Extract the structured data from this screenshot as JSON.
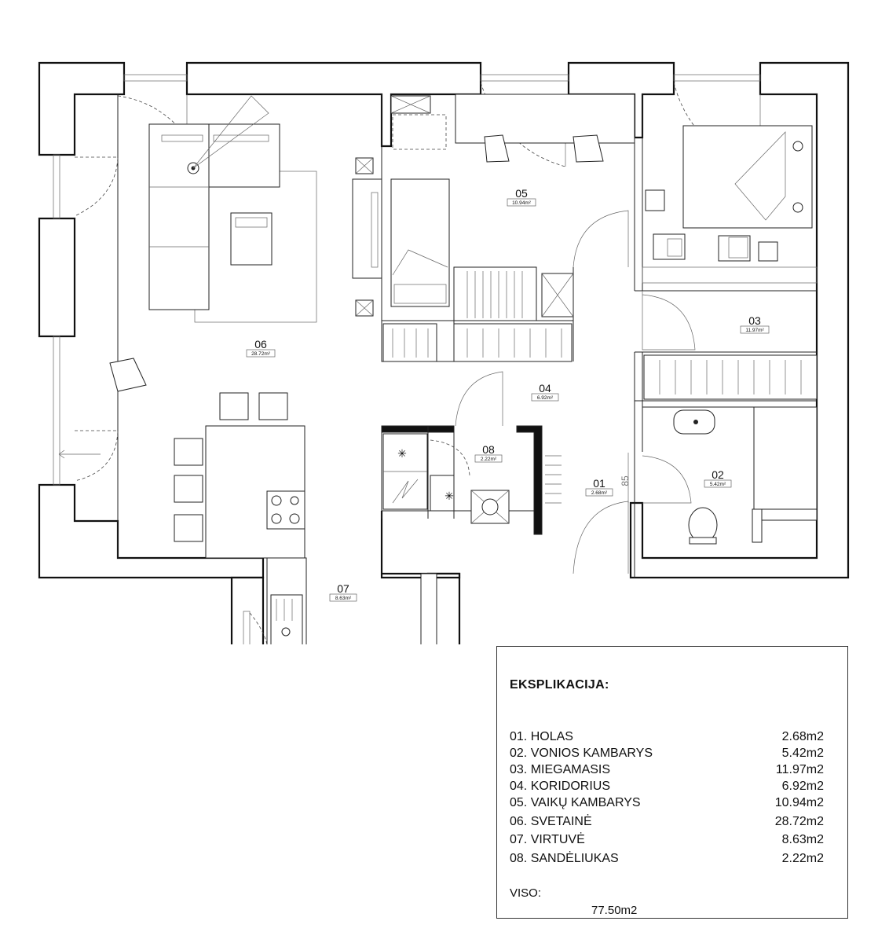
{
  "rooms": [
    {
      "number": "01",
      "area": "2.68m²"
    },
    {
      "number": "02",
      "area": "5.42m²"
    },
    {
      "number": "03",
      "area": "11.97m²"
    },
    {
      "number": "04",
      "area": "6.92m²"
    },
    {
      "number": "05",
      "area": "10.94m²"
    },
    {
      "number": "06",
      "area": "28.72m²"
    },
    {
      "number": "07",
      "area": "8.63m²"
    },
    {
      "number": "08",
      "area": "2.22m²"
    }
  ],
  "dimension_label": "85",
  "legend": {
    "title": "EKSPLIKACIJA:",
    "rows": [
      {
        "name": "01. HOLAS",
        "area": "2.68m2"
      },
      {
        "name": "02. VONIOS KAMBARYS",
        "area": "5.42m2"
      },
      {
        "name": "03. MIEGAMASIS",
        "area": "11.97m2"
      },
      {
        "name": "04. KORIDORIUS",
        "area": "6.92m2"
      },
      {
        "name": "05. VAIKŲ KAMBARYS",
        "area": "10.94m2"
      },
      {
        "name": "06. SVETAINĖ",
        "area": "28.72m2"
      },
      {
        "name": "07. VIRTUVĖ",
        "area": "8.63m2"
      },
      {
        "name": "08. SANDĖLIUKAS",
        "area": "2.22m2"
      }
    ],
    "total_label": "VISO:",
    "total_value": "77.50m2"
  },
  "symbols": {
    "snowflake": "✳"
  }
}
